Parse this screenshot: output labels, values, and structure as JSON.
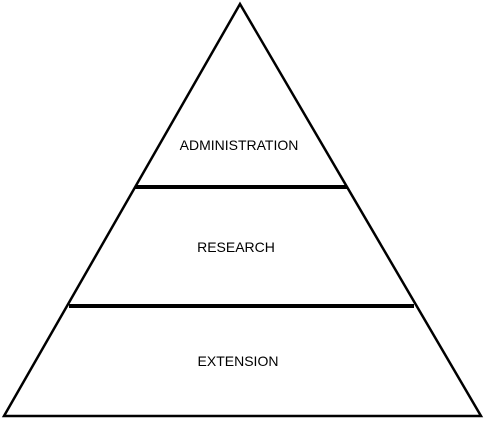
{
  "diagram": {
    "tiers": [
      {
        "label": "ADMINISTRATION"
      },
      {
        "label": "RESEARCH"
      },
      {
        "label": "EXTENSION"
      }
    ],
    "colors": {
      "stroke": "#000000",
      "fill": "#ffffff",
      "text": "#000000"
    }
  }
}
